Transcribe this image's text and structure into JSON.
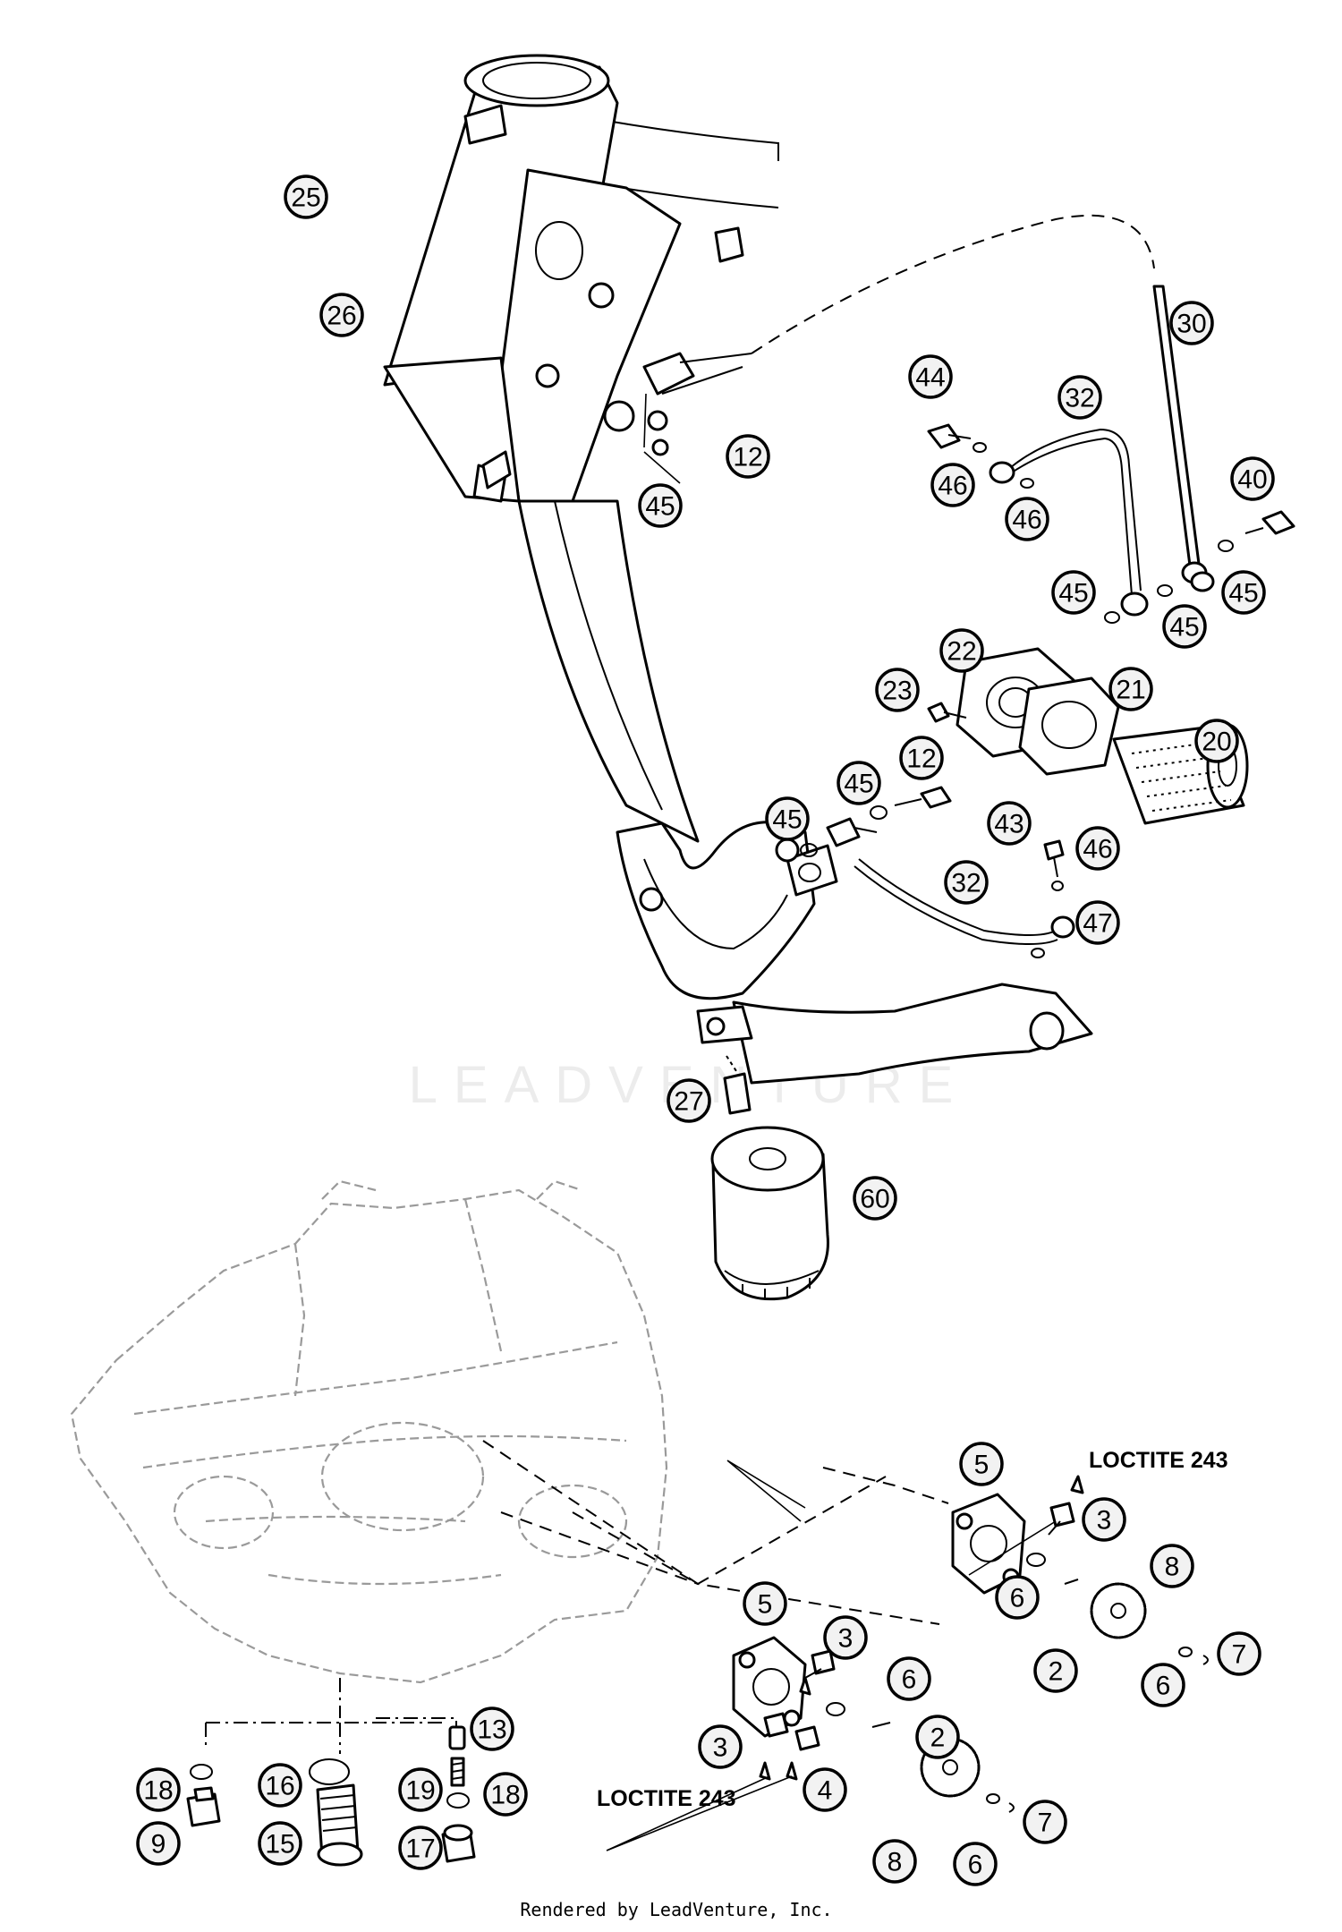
{
  "watermark": "LEADVENTURE",
  "footer": {
    "credit": "Rendered by LeadVenture, Inc."
  },
  "notes": [
    {
      "id": "loctite-upper",
      "text": "LOCTITE 243"
    },
    {
      "id": "loctite-lower",
      "text": "LOCTITE 243"
    }
  ],
  "callouts": [
    "25",
    "26",
    "12",
    "45",
    "30",
    "44",
    "32",
    "46",
    "46",
    "40",
    "45",
    "45",
    "45",
    "22",
    "23",
    "21",
    "20",
    "45",
    "45",
    "12",
    "43",
    "46",
    "32",
    "47",
    "27",
    "60",
    "5",
    "3",
    "6",
    "8",
    "2",
    "6",
    "7",
    "5",
    "3",
    "6",
    "2",
    "3",
    "4",
    "8",
    "6",
    "7",
    "13",
    "18",
    "16",
    "19",
    "18",
    "9",
    "15",
    "17"
  ]
}
